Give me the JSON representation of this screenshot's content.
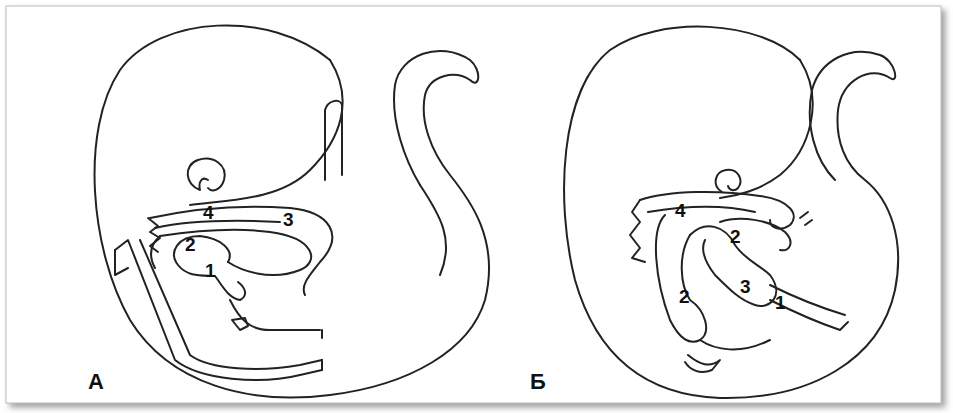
{
  "diagram": {
    "labels": [
      "4",
      "3",
      "2",
      "1",
      "А",
      "4",
      "2",
      "3",
      "2",
      "1",
      "Б"
    ]
  }
}
